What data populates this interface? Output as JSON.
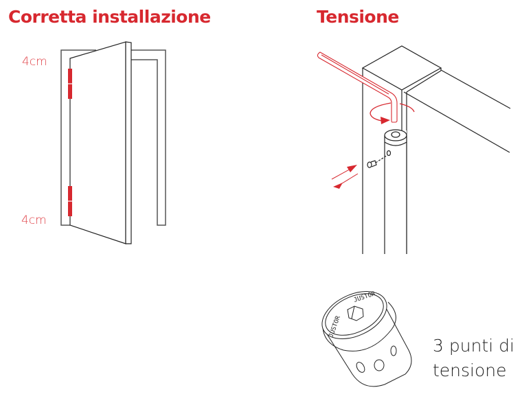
{
  "sections": {
    "installation": {
      "title": "Corretta installazione",
      "top_hinge_label": "4cm",
      "bottom_hinge_label": "4cm"
    },
    "tension": {
      "title": "Tensione",
      "caption_line1": "3 punti di",
      "caption_line2": "tensione",
      "plug_brand": "JUSTOR"
    }
  },
  "colors": {
    "accent": "#d7282f",
    "line": "#222222"
  }
}
